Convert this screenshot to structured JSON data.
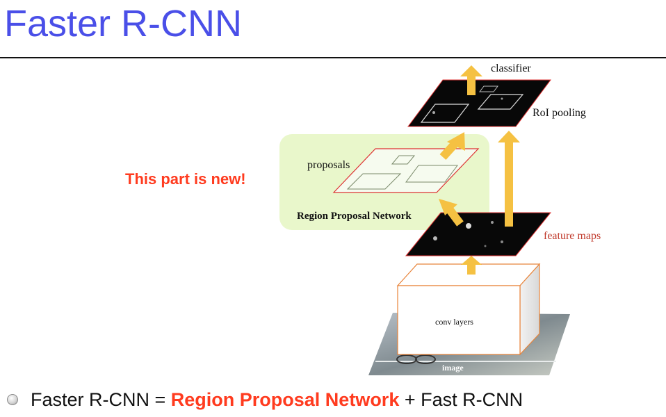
{
  "title": "Faster R-CNN",
  "callout": "This part is new!",
  "labels": {
    "classifier": "classifier",
    "roi_pooling": "RoI pooling",
    "proposals": "proposals",
    "rpn": "Region Proposal Network",
    "feature_maps": "feature maps",
    "conv_layers": "conv layers",
    "image": "image"
  },
  "bullet": {
    "prefix": "Faster R-CNN = ",
    "highlight": "Region Proposal Network",
    "suffix": " + Fast R-CNN"
  },
  "colors": {
    "title": "#4a4fe8",
    "highlight": "#ff3b1f",
    "arrow": "#f5c142",
    "rpn_bg": "#e8f7c8",
    "feature_map_label": "#c0392b"
  }
}
